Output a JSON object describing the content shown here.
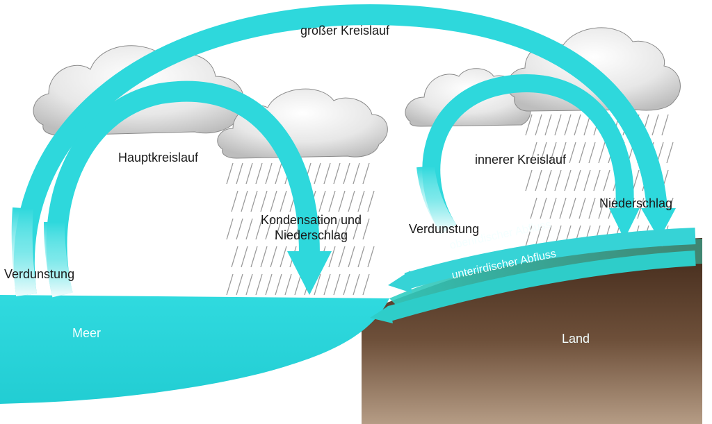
{
  "labels": {
    "grosser_kreislauf": "großer Kreislauf",
    "hauptkreislauf": "Hauptkreislauf",
    "innerer_kreislauf": "innerer Kreislauf",
    "kondensation_line1": "Kondensation und",
    "kondensation_line2": "Niederschlag",
    "niederschlag": "Niederschlag",
    "verdunstung_left": "Verdunstung",
    "verdunstung_right": "Verdunstung",
    "oberirdischer_abfluss": "oberirdischer Abfluss",
    "unterirdischer_abfluss": "unterirdischer Abfluss",
    "meer": "Meer",
    "land": "Land"
  },
  "colors": {
    "water": "#2ed8dc",
    "water_light": "#7ae8ea",
    "land_dark": "#4a2f1c",
    "land_light": "#a98c72",
    "cloud": "#e6e6e6",
    "rain": "#9a9a9a"
  },
  "icons": [
    "cloud-icon",
    "rain-streaks",
    "arrow-head"
  ]
}
